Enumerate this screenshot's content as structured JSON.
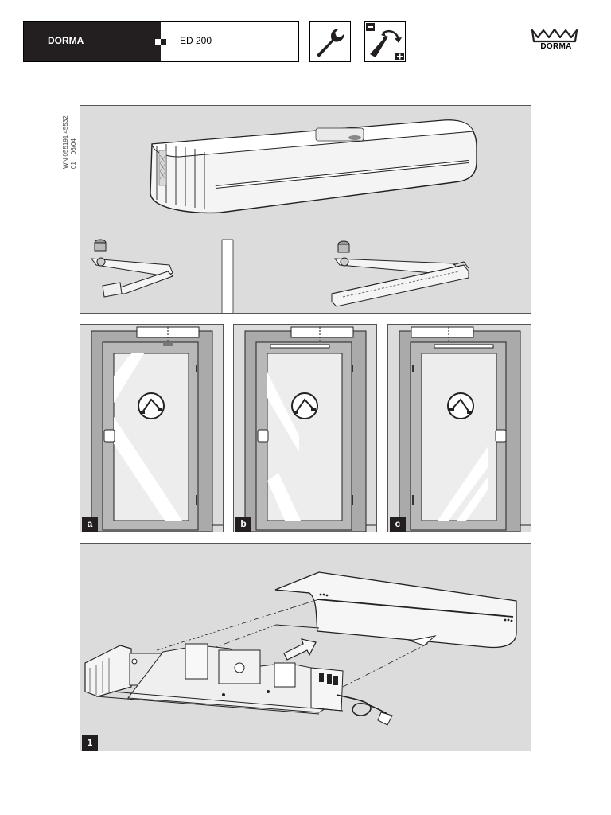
{
  "header": {
    "brand": "DORMA",
    "model": "ED 200"
  },
  "logo": {
    "text": "DORMA",
    "crown": "crown-icon"
  },
  "document_code": {
    "line1": "WN 055191 45532",
    "line2": "01    06/04"
  },
  "icons": {
    "tool": "wrench-icon",
    "adjust": "adjust-minus-plus-icon",
    "minus": "−",
    "plus": "+"
  },
  "panels": {
    "a": "a",
    "b": "b",
    "c": "c",
    "step1": "1"
  },
  "colors": {
    "panel_bg": "#dcdcdc",
    "dark": "#231f20"
  }
}
